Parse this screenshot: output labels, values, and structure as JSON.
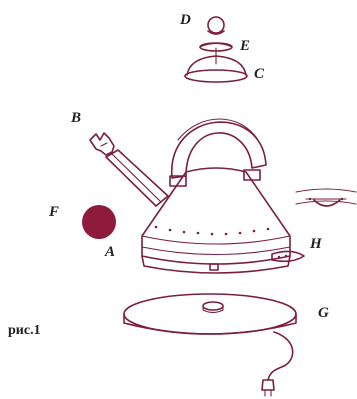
{
  "diagram": {
    "caption": "рис.1",
    "colors": {
      "line": "#7a1f3d",
      "fill_dark": "#8e1a3c",
      "fill_light": "#ffffff",
      "label_text": "#222222"
    },
    "parts": [
      {
        "key": "A",
        "label": "A"
      },
      {
        "key": "B",
        "label": "B"
      },
      {
        "key": "C",
        "label": "C"
      },
      {
        "key": "D",
        "label": "D"
      },
      {
        "key": "E",
        "label": "E"
      },
      {
        "key": "F",
        "label": "F"
      },
      {
        "key": "G",
        "label": "G"
      },
      {
        "key": "H",
        "label": "H"
      }
    ]
  }
}
